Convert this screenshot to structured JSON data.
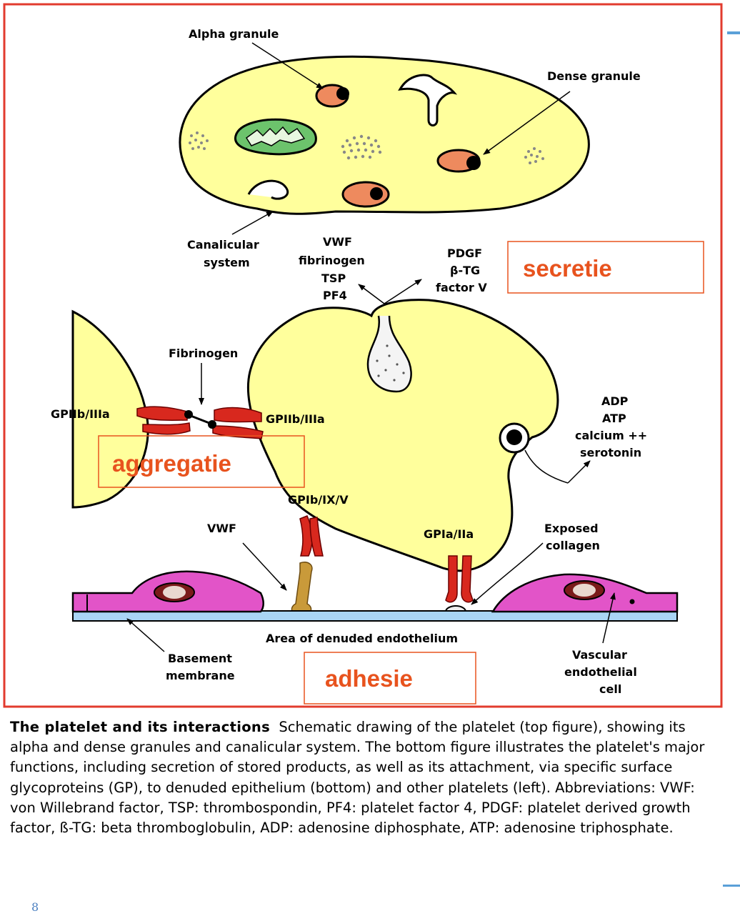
{
  "labels": {
    "alpha_granule": "Alpha granule",
    "dense_granule": "Dense granule",
    "canalicular_1": "Canalicular",
    "canalicular_2": "system",
    "secreted_left": [
      "VWF",
      "fibrinogen",
      "TSP",
      "PF4"
    ],
    "secreted_right": [
      "PDGF",
      "β-TG",
      "factor V"
    ],
    "secretie": "secretie",
    "fibrinogen": "Fibrinogen",
    "gpiib_left": "GPIIb/IIIa",
    "gpiib_right": "GPIIb/IIIa",
    "aggregatie": "aggregatie",
    "adp_group": [
      "ADP",
      "ATP",
      "calcium ++",
      "serotonin"
    ],
    "gpib": "GPIb/IX/V",
    "vwf": "VWF",
    "gpia": "GPIa/IIa",
    "exposed_collagen": [
      "Exposed",
      "collagen"
    ],
    "denuded": "Area of denuded endothelium",
    "basement": [
      "Basement",
      "membrane"
    ],
    "adhesie": "adhesie",
    "vascular_cell": [
      "Vascular",
      "endothelial",
      "cell"
    ]
  },
  "caption": {
    "title": "The platelet and its interactions",
    "text": "Schematic drawing of the platelet (top figure), showing its alpha and dense granules and canalicular system. The bottom figure illustrates the platelet's major functions, including secretion of stored products, as well as its attachment, via specific surface glycoproteins (GP), to denuded epithelium (bottom) and other platelets (left). Abbreviations: VWF: von Willebrand factor, TSP: thrombospondin, PF4: platelet factor 4, PDGF: platelet derived growth factor, ß-TG: beta thromboglobulin, ADP: adenosine diphosphate, ATP: adenosine triphosphate."
  },
  "page_number": "8",
  "colors": {
    "frame": "#e23b2e",
    "platelet_fill": "#ffff9c",
    "receptor_red": "#d8281e",
    "granule_orange": "#ee8a5e",
    "endothelium_pink": "#e254c8",
    "membrane_blue": "#a9d5f5",
    "mitochondrion_green": "#6cc36c",
    "annotation_orange": "#e8531e"
  }
}
